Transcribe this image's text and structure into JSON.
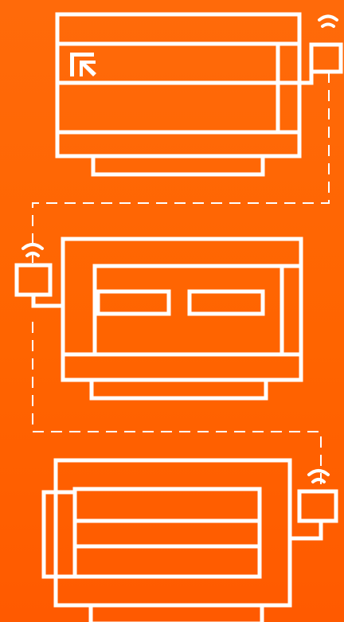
{
  "illustration": {
    "colors": {
      "background": "#ff6400",
      "line": "#ffffff"
    },
    "devices": [
      {
        "name": "printer-top",
        "icon": "logo-icon",
        "antenna": "wifi-icon"
      },
      {
        "name": "printer-middle",
        "antenna": "wifi-icon"
      },
      {
        "name": "printer-bottom",
        "antenna": "wifi-icon"
      }
    ],
    "connections": [
      {
        "from": "printer-top",
        "to": "printer-middle",
        "style": "dashed"
      },
      {
        "from": "printer-middle",
        "to": "printer-bottom",
        "style": "dashed"
      }
    ]
  }
}
